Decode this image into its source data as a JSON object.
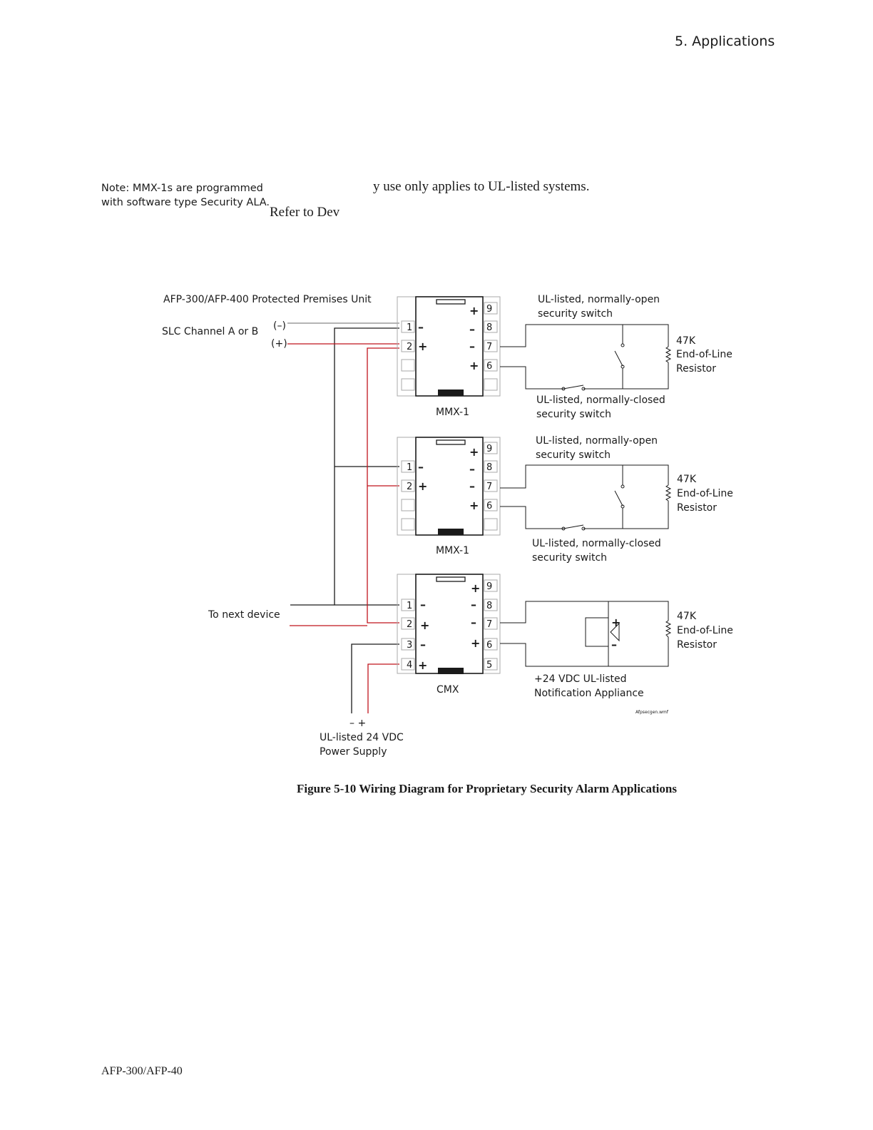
{
  "page": {
    "section_title": "5. Applications",
    "side_note": [
      "Note: MMX-1s are programmed",
      "with software type Security ALA."
    ],
    "body_line1": "y use only applies to UL-listed systems.",
    "body_line2": "Refer to Dev",
    "figure_caption": "Figure 5-10  Wiring Diagram for Proprietary Security Alarm Applications",
    "footer": "AFP-300/AFP-40"
  },
  "diagram": {
    "panel_label": "AFP-300/AFP-400 Protected Premises Unit",
    "slc_label": "SLC  Channel A or B",
    "slc_minus": "(–)",
    "slc_plus": "(+)",
    "next_device": "To next device",
    "power_supply_signs": "–  +",
    "power_supply": [
      "UL-listed 24 VDC",
      "Power Supply"
    ],
    "file_tag": "Afpsecgen.wmf",
    "modules": [
      {
        "name": "MMX-1",
        "switch_open": [
          "UL-listed, normally-open",
          "security switch"
        ],
        "switch_closed": [
          "UL-listed, normally-closed",
          "security switch"
        ],
        "resistor": [
          "47K",
          "End-of-Line",
          "Resistor"
        ],
        "left_terminals": [
          "1",
          "2"
        ],
        "right_terminals": [
          "9",
          "8",
          "7",
          "6"
        ],
        "left_signs": [
          "–",
          "+"
        ],
        "right_signs": [
          "+",
          "–",
          "–",
          "+"
        ]
      },
      {
        "name": "MMX-1",
        "switch_open": [
          "UL-listed, normally-open",
          "security switch"
        ],
        "switch_closed": [
          "UL-listed, normally-closed",
          "security switch"
        ],
        "resistor": [
          "47K",
          "End-of-Line",
          "Resistor"
        ],
        "left_terminals": [
          "1",
          "2"
        ],
        "right_terminals": [
          "9",
          "8",
          "7",
          "6"
        ],
        "left_signs": [
          "–",
          "+"
        ],
        "right_signs": [
          "+",
          "–",
          "–",
          "+"
        ]
      },
      {
        "name": "CMX",
        "appliance": [
          "+24 VDC UL-listed",
          "Notification Appliance"
        ],
        "appliance_signs": [
          "+",
          "–"
        ],
        "resistor": [
          "47K",
          "End-of-Line",
          "Resistor"
        ],
        "left_terminals": [
          "1",
          "2",
          "3",
          "4"
        ],
        "right_terminals": [
          "9",
          "8",
          "7",
          "6",
          "5"
        ],
        "left_signs": [
          "–",
          "+",
          "–",
          "+"
        ],
        "right_signs": [
          "+",
          "–",
          "–",
          "+"
        ]
      }
    ],
    "colors": {
      "black_wire": "#1a1a1a",
      "red_wire": "#c0141c",
      "terminal_gray": "#9a9a9a"
    }
  }
}
